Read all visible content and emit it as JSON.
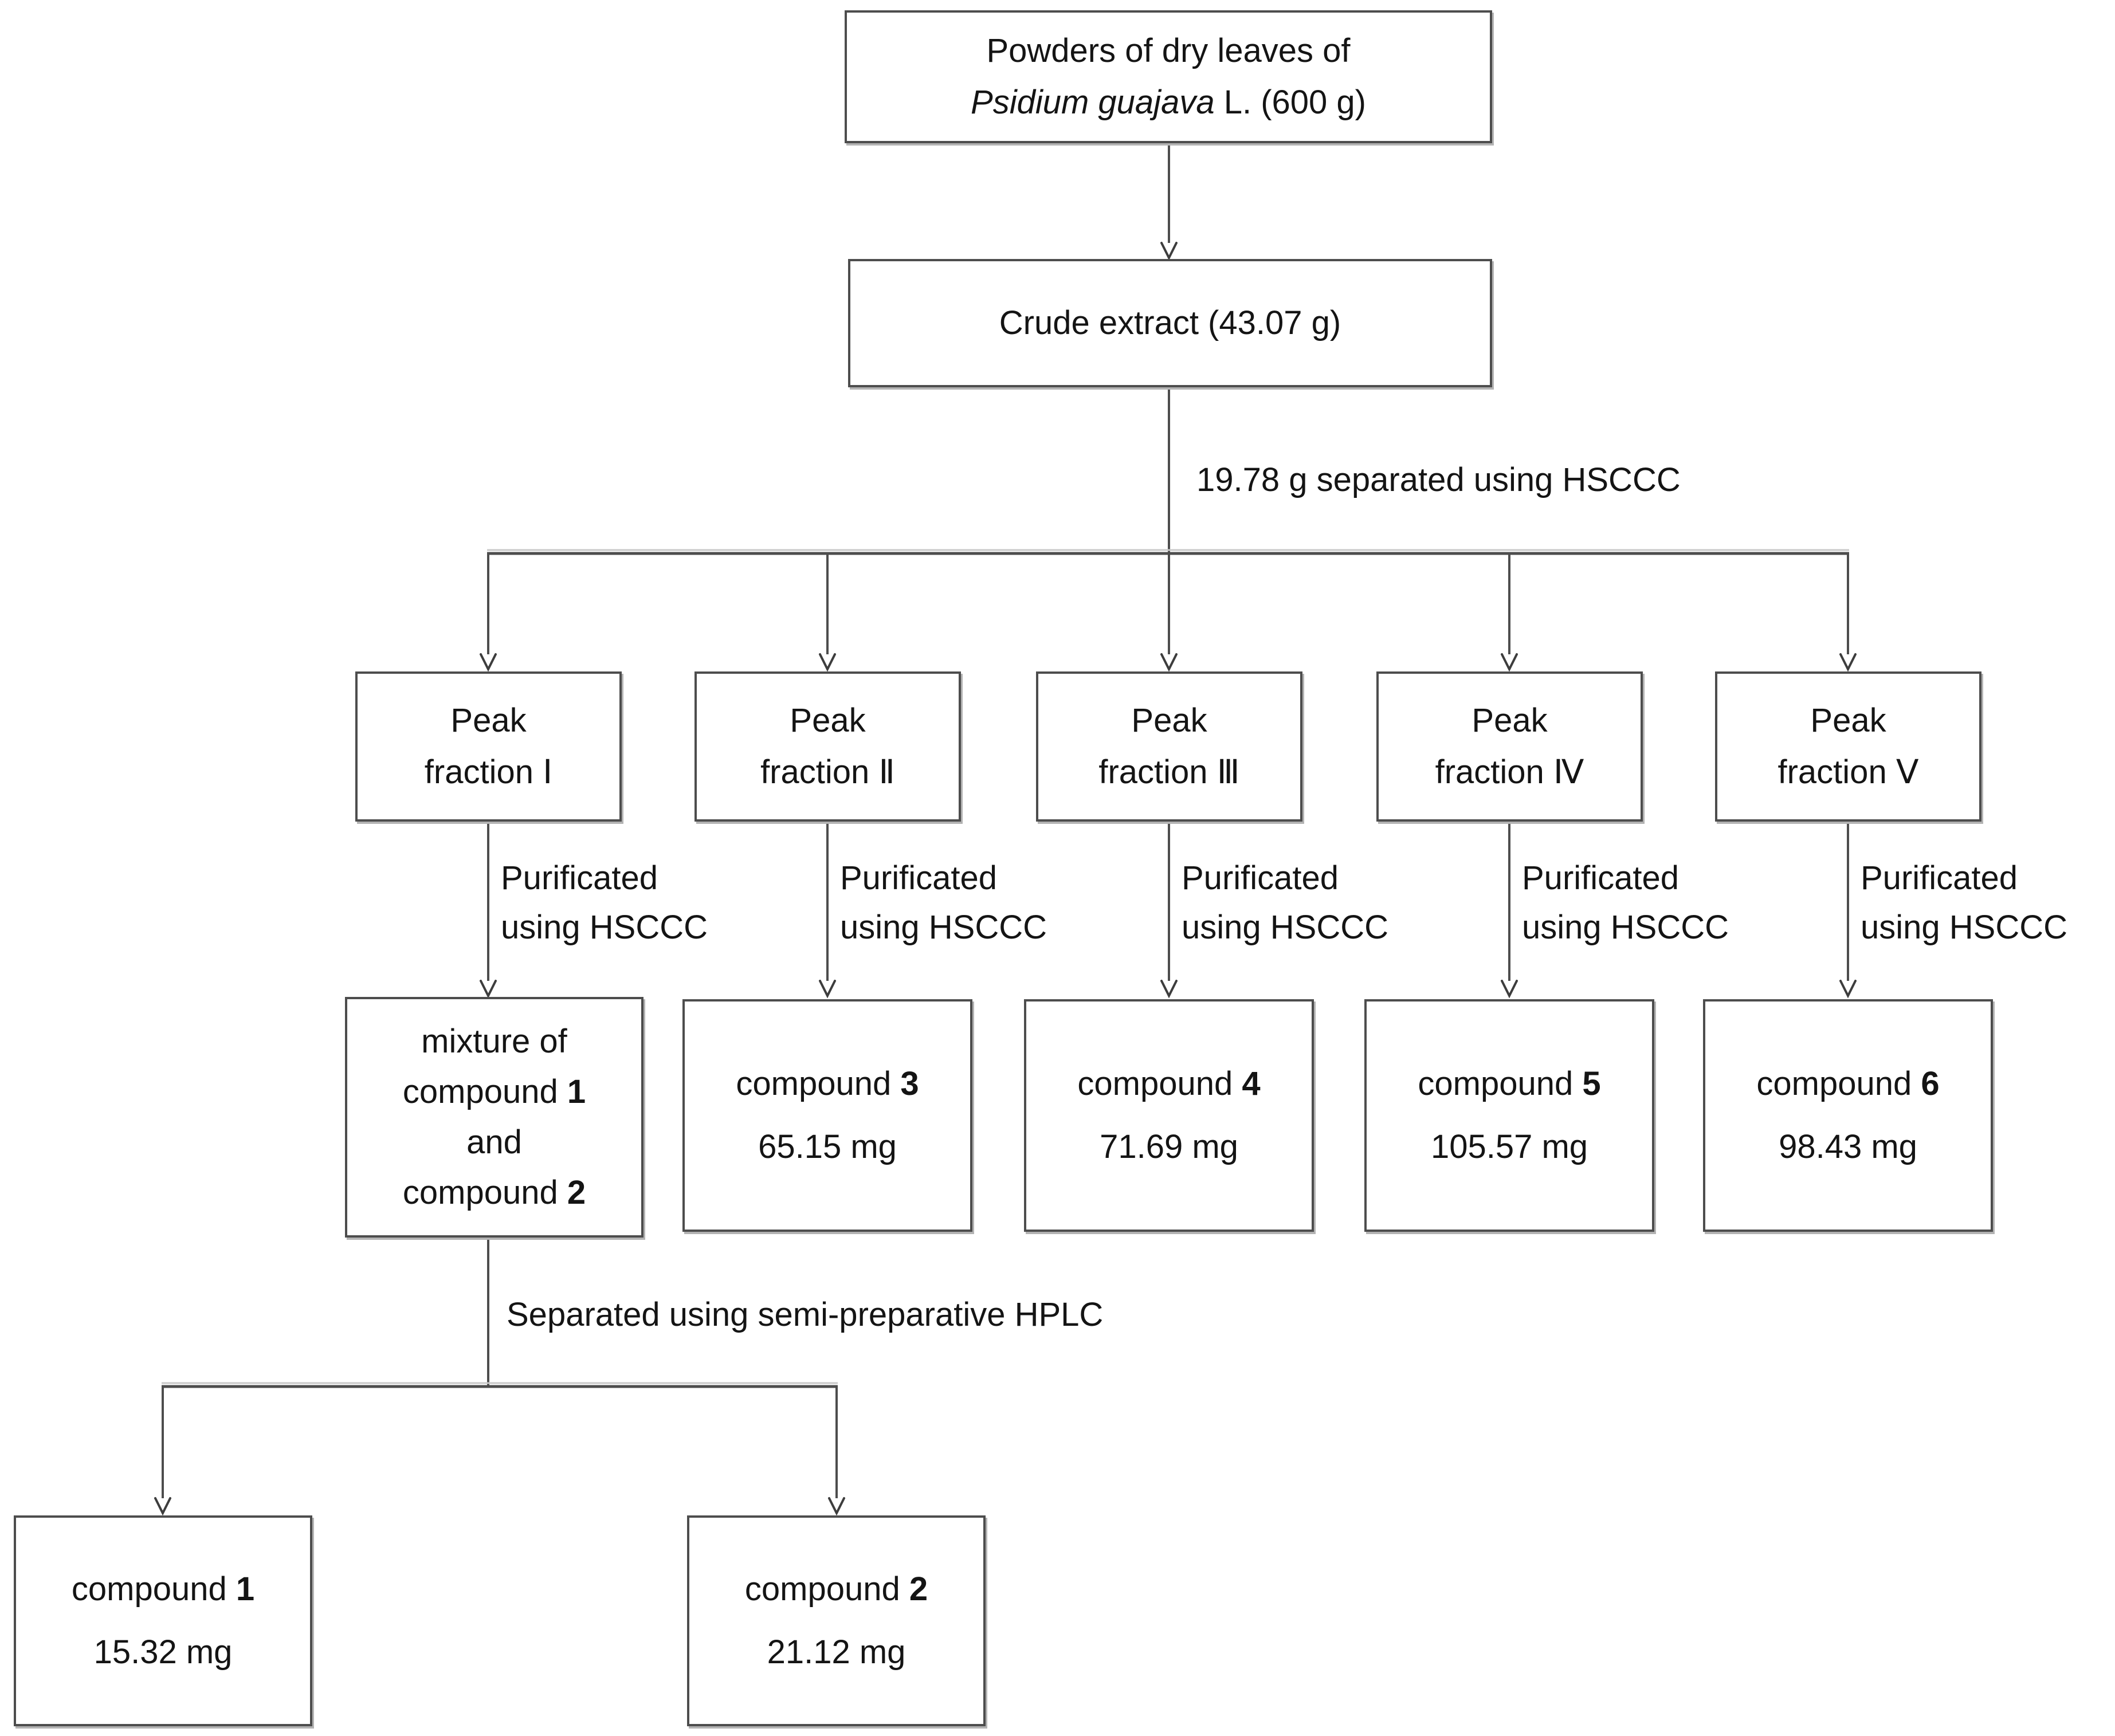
{
  "diagram": {
    "source_box": {
      "line1": "Powders of dry leaves of",
      "species_italic": "Psidium guajava",
      "line2_rest": " L. (600 g)"
    },
    "crude_box": {
      "label": "Crude extract (43.07 g)"
    },
    "separation_label": "19.78 g separated using HSCCC",
    "purification_label": {
      "line1": "Purificated",
      "line2": "using HSCCC"
    },
    "fractions": [
      {
        "line1": "Peak",
        "line2": "fraction Ⅰ"
      },
      {
        "line1": "Peak",
        "line2": "fraction Ⅱ"
      },
      {
        "line1": "Peak",
        "line2": "fraction Ⅲ"
      },
      {
        "line1": "Peak",
        "line2": "fraction Ⅳ"
      },
      {
        "line1": "Peak",
        "line2": "fraction Ⅴ"
      }
    ],
    "mixture_box": {
      "line1": "mixture of",
      "compound_word": "compound",
      "num1": "1",
      "conjunction": "and",
      "num2": "2"
    },
    "isolated_compounds": [
      {
        "name": "compound",
        "number": "3",
        "amount": "65.15 mg"
      },
      {
        "name": "compound",
        "number": "4",
        "amount": "71.69 mg"
      },
      {
        "name": "compound",
        "number": "5",
        "amount": "105.57 mg"
      },
      {
        "name": "compound",
        "number": "6",
        "amount": "98.43 mg"
      }
    ],
    "hplc_label": "Separated using semi-preparative HPLC",
    "final_compounds": [
      {
        "name": "compound",
        "number": "1",
        "amount": "15.32 mg"
      },
      {
        "name": "compound",
        "number": "2",
        "amount": "21.12 mg"
      }
    ],
    "colors": {
      "line": "#4d4d4d",
      "halo": "#c8c8c8",
      "border": "#4d4d4d"
    }
  }
}
